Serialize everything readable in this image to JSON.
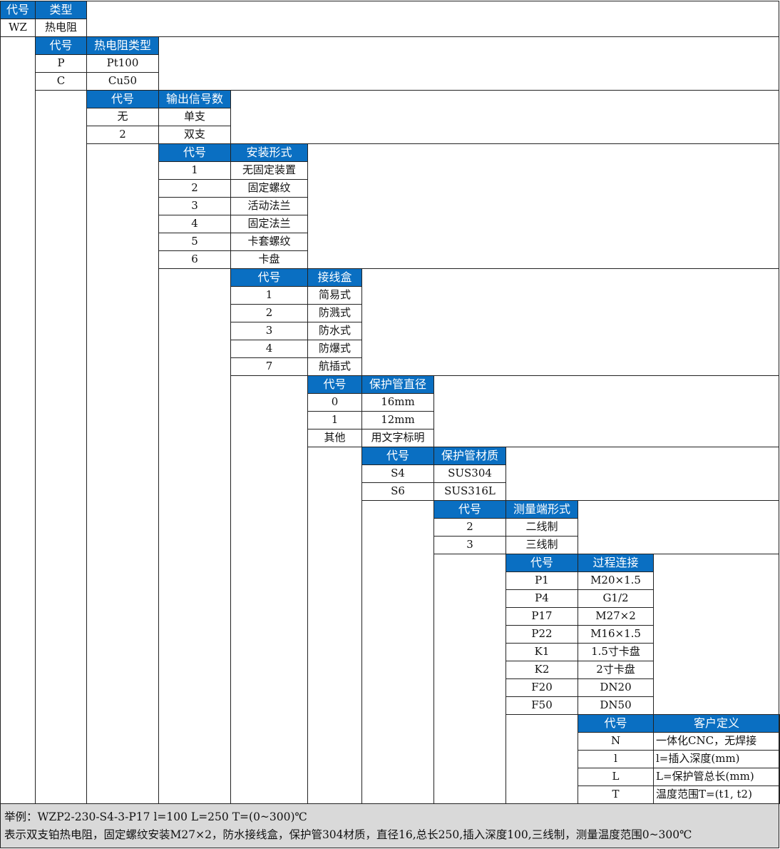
{
  "colors": {
    "header_bg": "#0a6fc2",
    "header_text": "#ffffff",
    "footer_bg": "#d9d9d9"
  },
  "sections": [
    {
      "headers": [
        "代号",
        "类型"
      ],
      "rows": [
        [
          "WZ",
          "热电阻"
        ]
      ]
    },
    {
      "headers": [
        "代号",
        "热电阻类型"
      ],
      "rows": [
        [
          "P",
          "Pt100"
        ],
        [
          "C",
          "Cu50"
        ]
      ]
    },
    {
      "headers": [
        "代号",
        "输出信号数"
      ],
      "rows": [
        [
          "无",
          "单支"
        ],
        [
          "2",
          "双支"
        ]
      ]
    },
    {
      "headers": [
        "代号",
        "安装形式"
      ],
      "rows": [
        [
          "1",
          "无固定装置"
        ],
        [
          "2",
          "固定螺纹"
        ],
        [
          "3",
          "活动法兰"
        ],
        [
          "4",
          "固定法兰"
        ],
        [
          "5",
          "卡套螺纹"
        ],
        [
          "6",
          "卡盘"
        ]
      ]
    },
    {
      "headers": [
        "代号",
        "接线盒"
      ],
      "rows": [
        [
          "1",
          "简易式"
        ],
        [
          "2",
          "防溅式"
        ],
        [
          "3",
          "防水式"
        ],
        [
          "4",
          "防爆式"
        ],
        [
          "7",
          "航插式"
        ]
      ]
    },
    {
      "headers": [
        "代号",
        "保护管直径"
      ],
      "rows": [
        [
          "0",
          "16mm"
        ],
        [
          "1",
          "12mm"
        ],
        [
          "其他",
          "用文字标明"
        ]
      ]
    },
    {
      "headers": [
        "代号",
        "保护管材质"
      ],
      "rows": [
        [
          "S4",
          "SUS304"
        ],
        [
          "S6",
          "SUS316L"
        ]
      ]
    },
    {
      "headers": [
        "代号",
        "测量端形式"
      ],
      "rows": [
        [
          "2",
          "二线制"
        ],
        [
          "3",
          "三线制"
        ]
      ]
    },
    {
      "headers": [
        "代号",
        "过程连接"
      ],
      "rows": [
        [
          "P1",
          "M20×1.5"
        ],
        [
          "P4",
          "G1/2"
        ],
        [
          "P17",
          "M27×2"
        ],
        [
          "P22",
          "M16×1.5"
        ],
        [
          "K1",
          "1.5寸卡盘"
        ],
        [
          "K2",
          "2寸卡盘"
        ],
        [
          "F20",
          "DN20"
        ],
        [
          "F50",
          "DN50"
        ]
      ]
    },
    {
      "headers": [
        "代号",
        "客户定义"
      ],
      "rows": [
        [
          "N",
          "一体化CNC，无焊接"
        ],
        [
          "l",
          "l=插入深度(mm)"
        ],
        [
          "L",
          "L=保护管总长(mm)"
        ],
        [
          "T",
          "温度范围T=(t1, t2)"
        ]
      ]
    }
  ],
  "footer": {
    "example": "举例：WZP2-230-S4-3-P17 l=100 L=250 T=(0~300)℃",
    "description": "表示双支铂热电阻，固定螺纹安装M27×2，防水接线盒，保护管304材质，直径16,总长250,插入深度100,三线制，测量温度范围0~300℃"
  }
}
